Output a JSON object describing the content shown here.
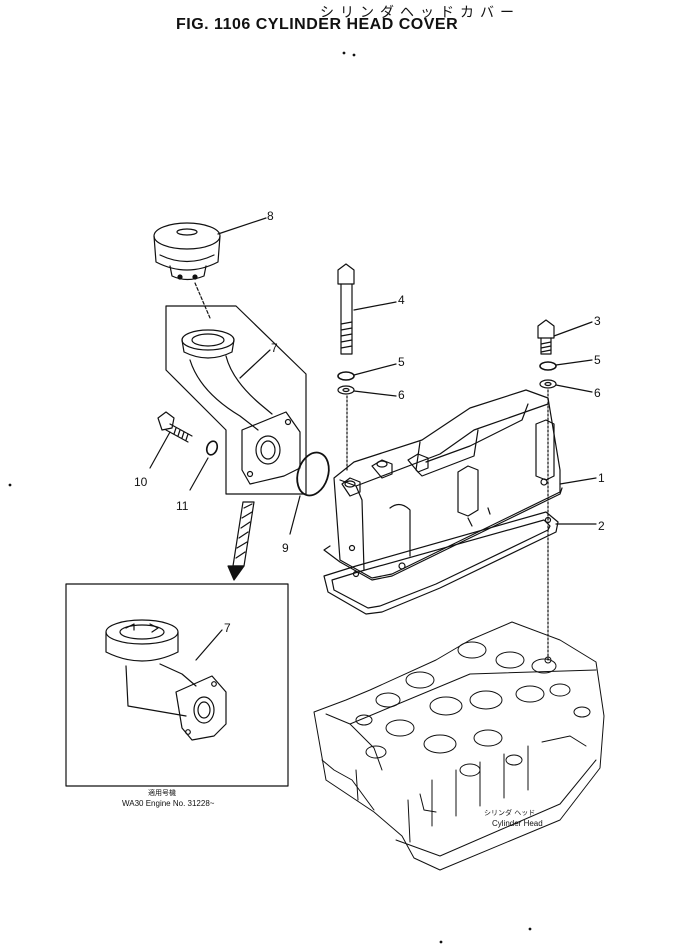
{
  "header": {
    "title_jp": "シリンダヘッドカバー",
    "title_en": "FIG. 1106  CYLINDER HEAD COVER"
  },
  "callouts": [
    {
      "number": "1",
      "part": "cylinder-head-cover"
    },
    {
      "number": "2",
      "part": "gasket"
    },
    {
      "number": "3",
      "part": "bolt-short"
    },
    {
      "number": "4",
      "part": "bolt-long"
    },
    {
      "number": "5",
      "part": "washer-upper-right"
    },
    {
      "number": "5",
      "part": "washer-upper-left"
    },
    {
      "number": "6",
      "part": "seal-washer-right"
    },
    {
      "number": "6",
      "part": "seal-washer-left"
    },
    {
      "number": "7",
      "part": "oil-filler-pipe"
    },
    {
      "number": "7",
      "part": "oil-filler-pipe-variant"
    },
    {
      "number": "8",
      "part": "breather-cap"
    },
    {
      "number": "9",
      "part": "o-ring"
    },
    {
      "number": "10",
      "part": "flange-bolt"
    },
    {
      "number": "11",
      "part": "lock-washer"
    }
  ],
  "inset": {
    "note_jp": "適用号機",
    "note_en": "WA30 Engine No. 31228~"
  },
  "cylinder_head_label": {
    "jp": "シリンダ ヘッド",
    "en": "Cylinder Head"
  }
}
